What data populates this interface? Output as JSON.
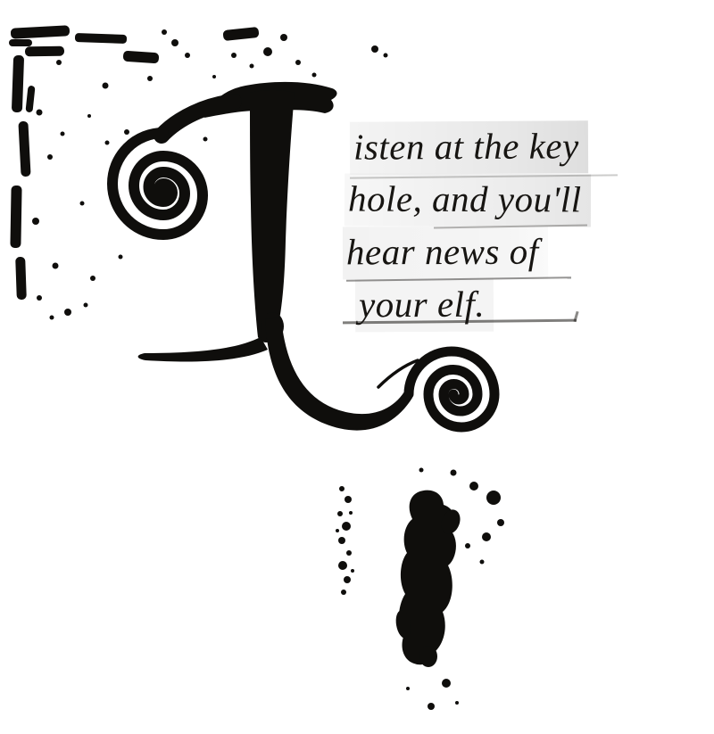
{
  "page": {
    "background_color": "#ffffff",
    "ink_color": "#0f0e0c"
  },
  "illustration": {
    "drop_cap_letter": "L",
    "caption": {
      "lines": [
        "isten at the key",
        "hole, and you'll",
        "hear news of",
        "your elf."
      ]
    }
  }
}
